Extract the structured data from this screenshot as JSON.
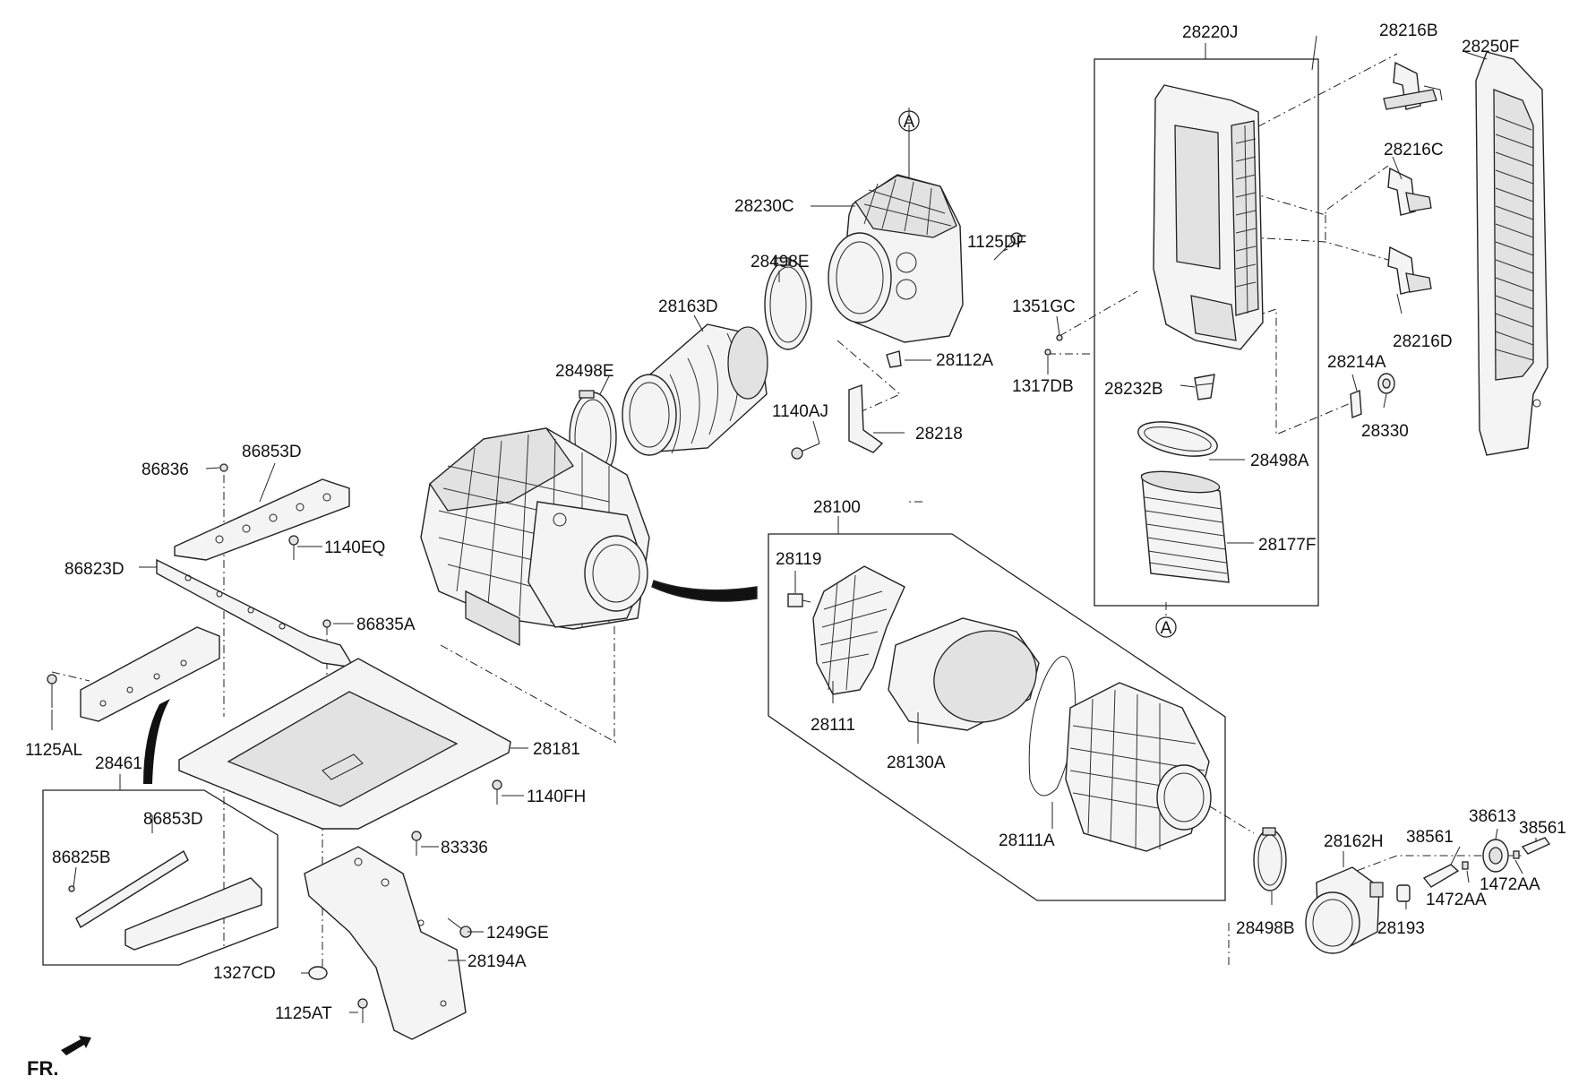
{
  "labels": {
    "p28220J": "28220J",
    "p28216B": "28216B",
    "p28250F": "28250F",
    "p28216C": "28216C",
    "p28216D": "28216D",
    "pA_top": "A",
    "pA_bottom": "A",
    "p28230C": "28230C",
    "p1125DF": "1125DF",
    "p28498E_1": "28498E",
    "p28163D": "28163D",
    "p28498E_2": "28498E",
    "p1351GC": "1351GC",
    "p1317DB": "1317DB",
    "p28112A": "28112A",
    "p28214A": "28214A",
    "p28232B": "28232B",
    "p28330": "28330",
    "p1140AJ": "1140AJ",
    "p28218": "28218",
    "p28498A": "28498A",
    "p86853D_1": "86853D",
    "p86836": "86836",
    "p28100": "28100",
    "p28177F": "28177F",
    "p1140EQ": "1140EQ",
    "p86823D": "86823D",
    "p28119": "28119",
    "p86835A": "86835A",
    "p28111": "28111",
    "p28130A": "28130A",
    "p1125AL": "1125AL",
    "p28461": "28461",
    "p28181": "28181",
    "p1140FH": "1140FH",
    "p86853D_2": "86853D",
    "p86825B": "86825B",
    "p83336": "83336",
    "p28111A": "28111A",
    "p38613": "38613",
    "p38561_1": "38561",
    "p38561_2": "38561",
    "p28162H": "28162H",
    "p1472AA_1": "1472AA",
    "p1472AA_2": "1472AA",
    "p1249GE": "1249GE",
    "p28498B": "28498B",
    "p28193": "28193",
    "p1327CD": "1327CD",
    "p28194A": "28194A",
    "p1125AT": "1125AT",
    "fr": "FR."
  }
}
